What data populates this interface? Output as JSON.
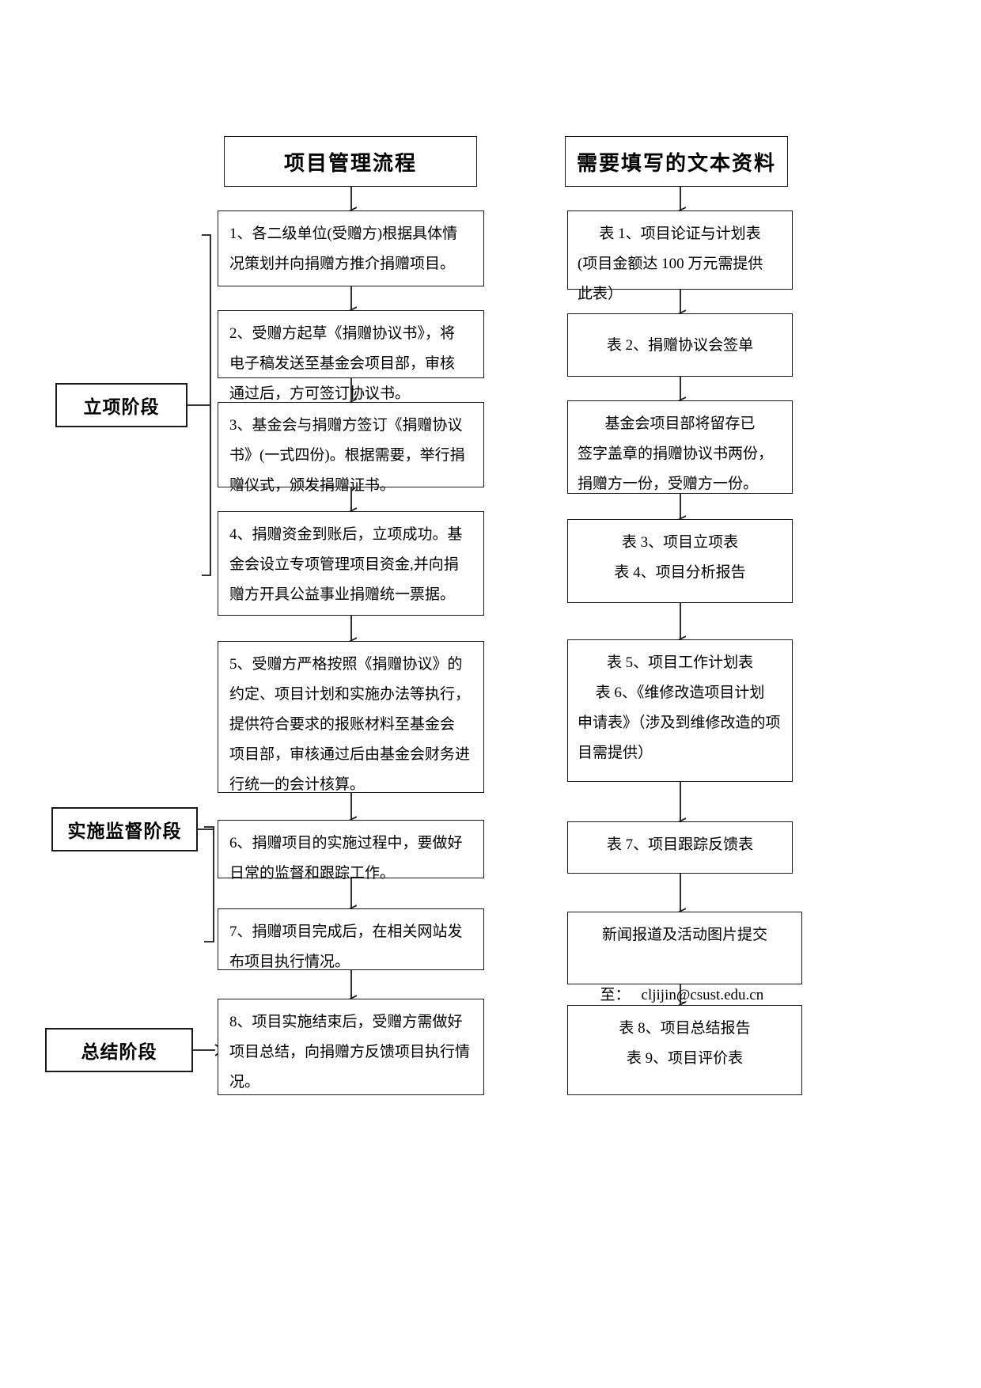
{
  "document": {
    "title": "项目管理流程图",
    "background_color": "#ffffff",
    "line_color": "#1a1a1a"
  },
  "headers": {
    "left": "项目管理流程",
    "right": "需要填写的文本资料"
  },
  "stages": [
    {
      "id": "stage-initiation",
      "label": "立项阶段"
    },
    {
      "id": "stage-supervision",
      "label": "实施监督阶段"
    },
    {
      "id": "stage-summary",
      "label": "总结阶段"
    }
  ],
  "process_steps": [
    {
      "id": "step-1",
      "number": "1",
      "lines": [
        "1、各二级单位(受赠方)根据具体情",
        "况策划并向捐赠方推介捐赠项目。"
      ]
    },
    {
      "id": "step-2",
      "number": "2",
      "lines": [
        "2、受赠方起草《捐赠协议书》，将",
        "电子稿发送至基金会项目部，审核",
        "通过后，方可签订协议书。"
      ]
    },
    {
      "id": "step-3",
      "number": "3",
      "lines": [
        "3、基金会与捐赠方签订《捐赠协议",
        "书》(一式四份)。根据需要，举行捐",
        "赠仪式，颁发捐赠证书。"
      ]
    },
    {
      "id": "step-4",
      "number": "4",
      "lines": [
        "4、捐赠资金到账后，立项成功。基",
        "金会设立专项管理项目资金,并向捐",
        "赠方开具公益事业捐赠统一票据。"
      ]
    },
    {
      "id": "step-5",
      "number": "5",
      "lines": [
        "5、受赠方严格按照《捐赠协议》的",
        "约定、项目计划和实施办法等执行，",
        "提供符合要求的报账材料至基金会",
        "项目部，审核通过后由基金会财务进",
        "行统一的会计核算。"
      ]
    },
    {
      "id": "step-6",
      "number": "6",
      "lines": [
        "6、捐赠项目的实施过程中，要做好",
        "日常的监督和跟踪工作。"
      ]
    },
    {
      "id": "step-7",
      "number": "7",
      "lines": [
        "7、捐赠项目完成后，在相关网站发",
        "布项目执行情况。"
      ]
    },
    {
      "id": "step-8",
      "number": "8",
      "lines": [
        "8、项目实施结束后，受赠方需做好",
        "项目总结，向捐赠方反馈项目执行情",
        "况。"
      ]
    }
  ],
  "document_items": [
    {
      "id": "doc-1",
      "lines": [
        {
          "text": "表 1、项目论证与计划表",
          "align": "center"
        },
        {
          "text": "(项目金额达 100 万元需提供",
          "align": "left"
        },
        {
          "text": "此表）",
          "align": "left"
        }
      ]
    },
    {
      "id": "doc-2",
      "lines": [
        {
          "text": "表 2、捐赠协议会签单",
          "align": "center"
        }
      ]
    },
    {
      "id": "doc-3",
      "lines": [
        {
          "text": "基金会项目部将留存已",
          "align": "center"
        },
        {
          "text": "签字盖章的捐赠协议书两份，",
          "align": "left"
        },
        {
          "text": "捐赠方一份，受赠方一份。",
          "align": "left"
        }
      ]
    },
    {
      "id": "doc-4",
      "lines": [
        {
          "text": "表 3、项目立项表",
          "align": "center"
        },
        {
          "text": "表 4、项目分析报告",
          "align": "center"
        }
      ]
    },
    {
      "id": "doc-5",
      "lines": [
        {
          "text": "表 5、项目工作计划表",
          "align": "center"
        },
        {
          "text": "表 6、《维修改造项目计划",
          "align": "center"
        },
        {
          "text": "申请表》（涉及到维修改造的项",
          "align": "left"
        },
        {
          "text": "目需提供）",
          "align": "left"
        }
      ]
    },
    {
      "id": "doc-6",
      "lines": [
        {
          "text": "表 7、项目跟踪反馈表",
          "align": "center"
        }
      ]
    },
    {
      "id": "doc-7",
      "is_email": true,
      "lines": [
        {
          "text": "新闻报道及活动图片提交",
          "align": "center"
        }
      ],
      "email_label": "至：",
      "email_address": "cljijin@csust.edu.cn"
    },
    {
      "id": "doc-8",
      "lines": [
        {
          "text": "表 8、项目总结报告",
          "align": "center"
        },
        {
          "text": "表 9、项目评价表",
          "align": "center"
        }
      ]
    }
  ]
}
